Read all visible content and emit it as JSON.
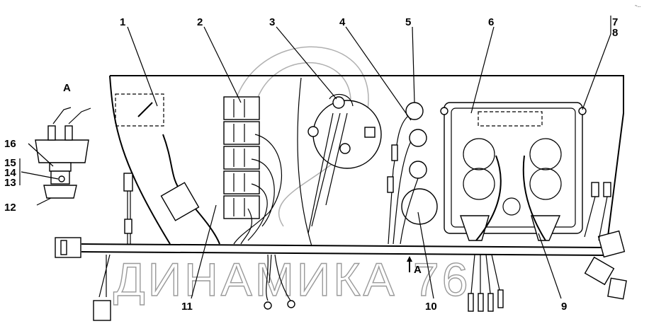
{
  "diagram": {
    "watermark": "ДИНАМИКА 76",
    "view_label": "А",
    "view_arrow_label": "А",
    "corner_mark": "~...",
    "callouts": [
      "1",
      "2",
      "3",
      "4",
      "5",
      "6",
      "7",
      "8",
      "9",
      "10",
      "11",
      "12",
      "13",
      "14",
      "15",
      "16"
    ]
  }
}
